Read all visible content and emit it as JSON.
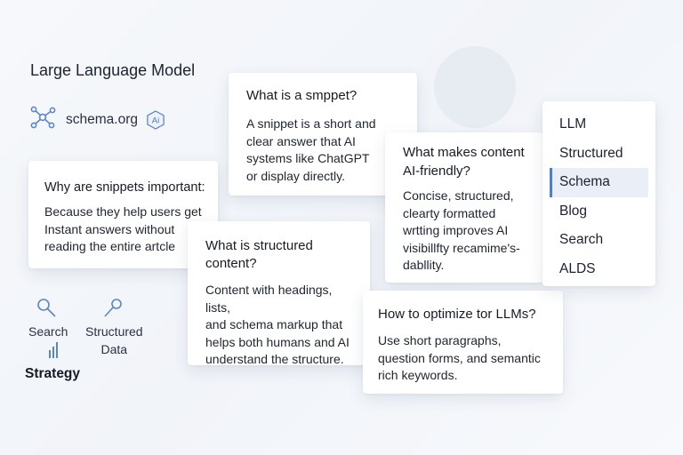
{
  "header": {
    "title": "Large Language Model",
    "schema_label": "schema.org",
    "ai_badge": "Ai"
  },
  "cards": {
    "snippet": {
      "title": "What is a smppet?",
      "body": [
        "A snippet is a short and",
        "clear answer that AI",
        "systems like ChatGPT",
        "or display directly."
      ]
    },
    "why": {
      "title": "Why are snippets important:",
      "body": [
        "Because they help users get",
        "Instant answers without",
        "reading the entire artcle"
      ]
    },
    "structured": {
      "title": [
        "What is structured",
        "content?"
      ],
      "body": [
        "Content with headings, lists,",
        "and schema markup that",
        "helps both humans and AI",
        "understand the structure."
      ]
    },
    "ai_friendly": {
      "title": [
        "What makes content",
        "AI-friendly?"
      ],
      "body": [
        "Concise, structured,",
        "clearty formatted",
        "wrtting improves AI",
        "visibillfty recamime's-",
        "dabllity."
      ]
    },
    "optimize": {
      "title": "How to optimize tor LLMs?",
      "body": [
        "Use short paragraphs,",
        "question forms, and semantic",
        "rich keywords."
      ]
    }
  },
  "sidebar": {
    "items": [
      {
        "label": "LLM",
        "active": false
      },
      {
        "label": "Structured",
        "active": false
      },
      {
        "label": "Schema",
        "active": true
      },
      {
        "label": "Blog",
        "active": false
      },
      {
        "label": "Search",
        "active": false
      },
      {
        "label": "ALDS",
        "active": false
      }
    ],
    "accent": "#4b7fd0"
  },
  "bottom_left": {
    "search_label": "Search",
    "structured_label": [
      "Structured",
      "Data"
    ],
    "strategy_label": "Strategy"
  },
  "icons": [
    "network-icon",
    "ai-badge-icon",
    "magnifier-icon",
    "pin-icon",
    "bar-chart-icon"
  ]
}
